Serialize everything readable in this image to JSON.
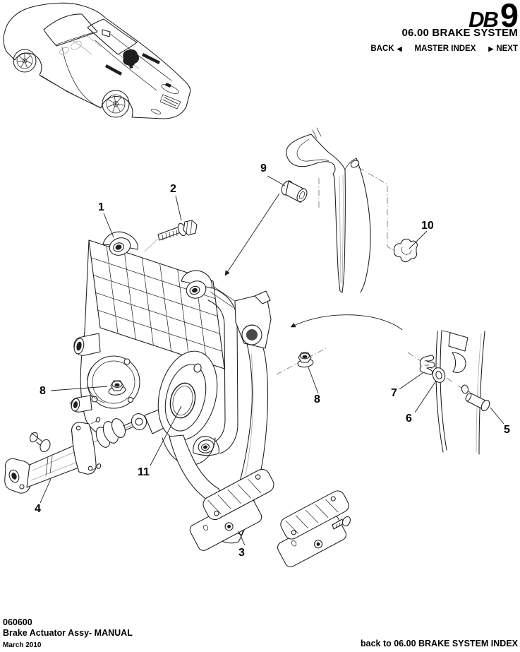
{
  "header": {
    "logo_db": "DB",
    "logo_nine": "9",
    "section_title": "06.00 BRAKE SYSTEM",
    "nav": {
      "back": "BACK",
      "back_arrow": "◀",
      "master_index": "MASTER INDEX",
      "next_arrow": "▶",
      "next": "NEXT"
    }
  },
  "diagram": {
    "callouts": [
      "1",
      "2",
      "3",
      "4",
      "5",
      "6",
      "7",
      "8",
      "8",
      "9",
      "10",
      "11"
    ]
  },
  "footer": {
    "doc_number": "060600",
    "doc_title": "Brake Actuator Assy- MANUAL",
    "date": "March 2010",
    "index_link": "back to 06.00 BRAKE SYSTEM INDEX"
  }
}
